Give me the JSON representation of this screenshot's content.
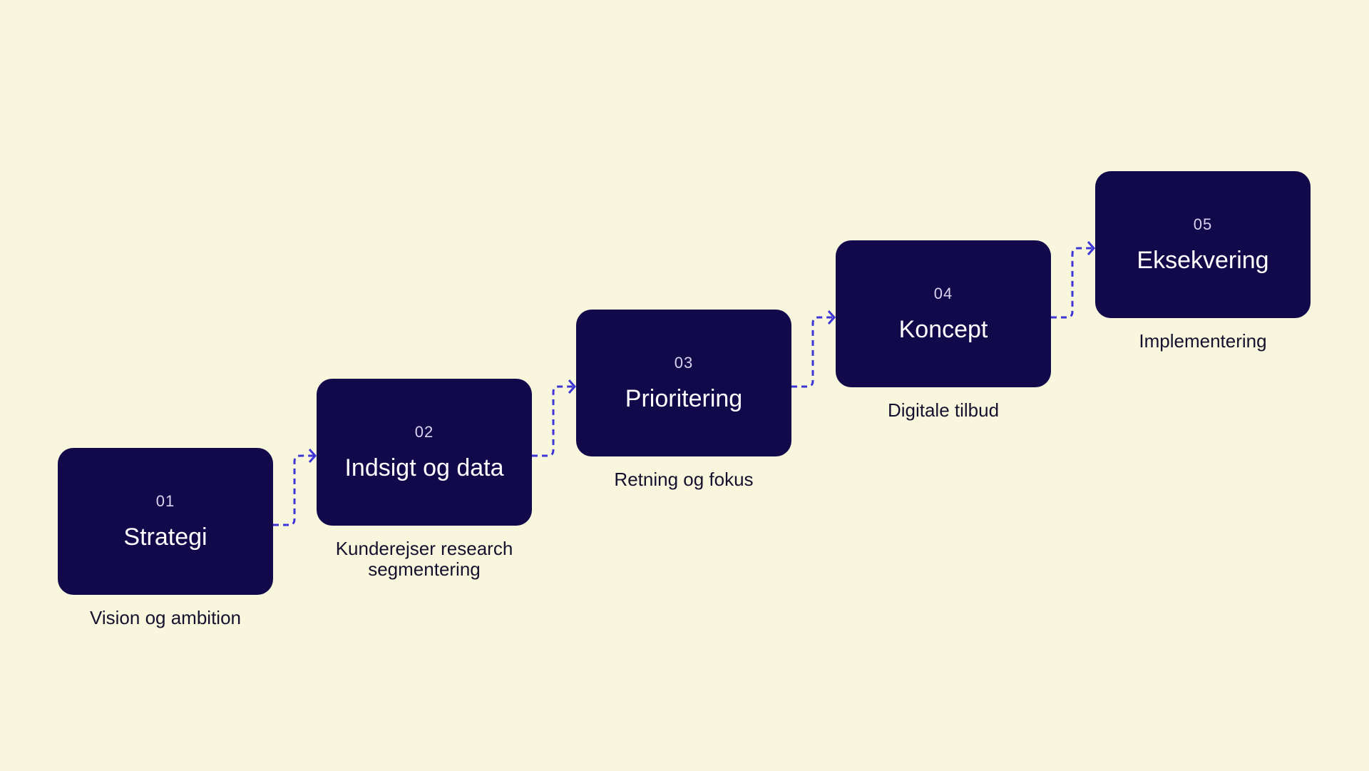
{
  "steps": [
    {
      "number": "01",
      "title": "Strategi",
      "caption": "Vision og ambition"
    },
    {
      "number": "02",
      "title": "Indsigt og data",
      "caption": "Kunderejser research segmentering"
    },
    {
      "number": "03",
      "title": "Prioritering",
      "caption": "Retning og fokus"
    },
    {
      "number": "04",
      "title": "Koncept",
      "caption": "Digitale tilbud"
    },
    {
      "number": "05",
      "title": "Eksekvering",
      "caption": "Implementering"
    }
  ],
  "colors": {
    "background": "#f9f6de",
    "box": "#12094b",
    "connector": "#3d35d6"
  }
}
